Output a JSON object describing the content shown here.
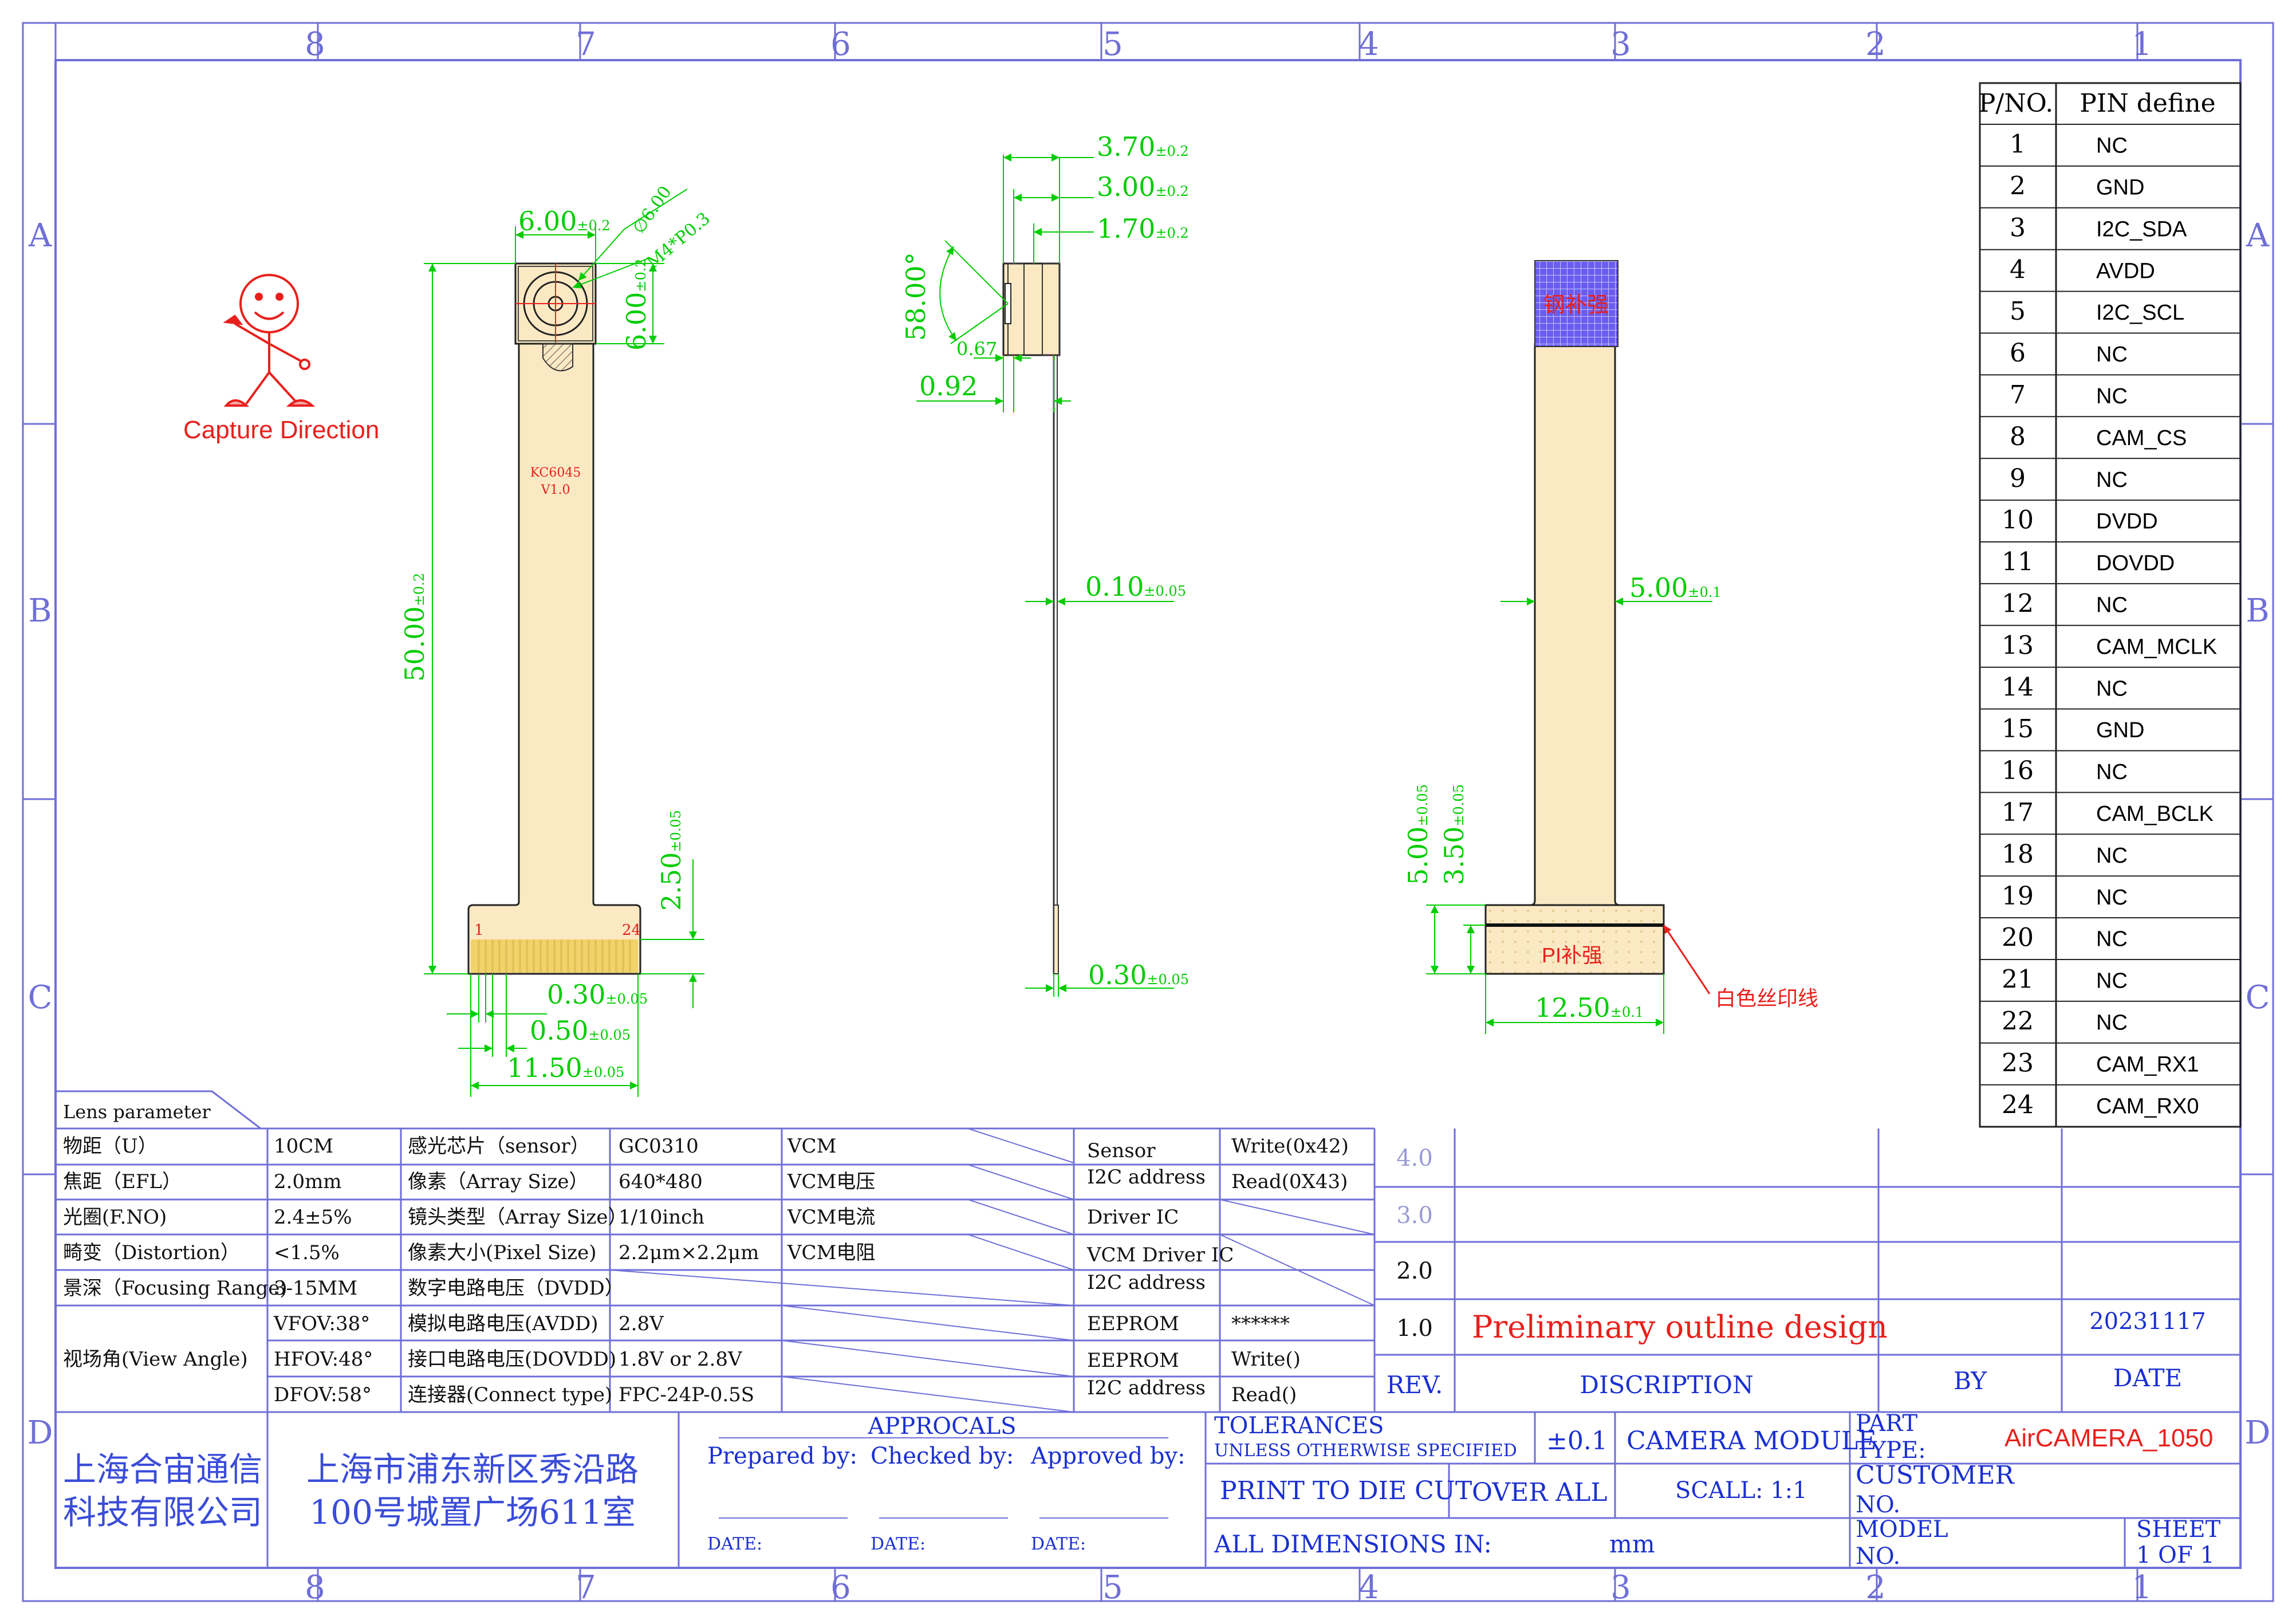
{
  "frame": {
    "col_labels": [
      "8",
      "7",
      "6",
      "5",
      "4",
      "3",
      "2",
      "1"
    ],
    "row_labels": [
      "A",
      "B",
      "C",
      "D"
    ]
  },
  "colors": {
    "border": "#6f6fd8",
    "dim": "#00cc00",
    "red": "#e8201c",
    "black": "#111111",
    "fpc": "#fbe9c4",
    "gold": "#f2d36b",
    "stiffener": "#6b5cf0"
  },
  "capture": {
    "label": "Capture Direction"
  },
  "view1": {
    "chip_label": "KC6045",
    "ver_label": "V1.0",
    "d_width": "6.00",
    "t_width": "±0.2",
    "d_height": "6.00",
    "t_height": "±0.2",
    "d_lens": "∅6.00",
    "d_thread": "M4*P0.3",
    "d_length": "50.00",
    "t_length": "±0.2",
    "d_tail": "2.50",
    "t_tail": "±0.05",
    "d_pitch": "0.30",
    "t_pitch": "±0.05",
    "d_pin": "0.50",
    "t_pin": "±0.05",
    "d_conn": "11.50",
    "t_conn": "±0.05",
    "pin_first": "1",
    "pin_last": "24"
  },
  "view2": {
    "d_total": "3.70",
    "t_total": "±0.2",
    "d_mid": "3.00",
    "t_mid": "±0.2",
    "d_small": "1.70",
    "t_small": "±0.2",
    "d_angle": "58.00°",
    "d_067": "0.67",
    "d_092": "0.92",
    "d_fpc": "0.10",
    "t_fpc": "±0.05",
    "d_tail": "0.30",
    "t_tail": "±0.05"
  },
  "view3": {
    "steel_label": "钢补强",
    "d_fpcw": "5.00",
    "t_fpcw": "±0.1",
    "d_500": "5.00",
    "t_500": "±0.05",
    "d_350": "3.50",
    "t_350": "±0.05",
    "pi_label": "PI补强",
    "silk_label": "白色丝印线",
    "d_width": "12.50",
    "t_width": "±0.1"
  },
  "pins": {
    "col_no": "P/NO.",
    "col_def": "PIN define",
    "rows": [
      {
        "no": "1",
        "def": "NC"
      },
      {
        "no": "2",
        "def": "GND"
      },
      {
        "no": "3",
        "def": "I2C_SDA"
      },
      {
        "no": "4",
        "def": "AVDD"
      },
      {
        "no": "5",
        "def": "I2C_SCL"
      },
      {
        "no": "6",
        "def": "NC"
      },
      {
        "no": "7",
        "def": "NC"
      },
      {
        "no": "8",
        "def": "CAM_CS"
      },
      {
        "no": "9",
        "def": "NC"
      },
      {
        "no": "10",
        "def": "DVDD"
      },
      {
        "no": "11",
        "def": "DOVDD"
      },
      {
        "no": "12",
        "def": "NC"
      },
      {
        "no": "13",
        "def": "CAM_MCLK"
      },
      {
        "no": "14",
        "def": "NC"
      },
      {
        "no": "15",
        "def": "GND"
      },
      {
        "no": "16",
        "def": "NC"
      },
      {
        "no": "17",
        "def": "CAM_BCLK"
      },
      {
        "no": "18",
        "def": "NC"
      },
      {
        "no": "19",
        "def": "NC"
      },
      {
        "no": "20",
        "def": "NC"
      },
      {
        "no": "21",
        "def": "NC"
      },
      {
        "no": "22",
        "def": "NC"
      },
      {
        "no": "23",
        "def": "CAM_RX1"
      },
      {
        "no": "24",
        "def": "CAM_RX0"
      }
    ]
  },
  "lens": {
    "title": "Lens parameter",
    "r1": [
      "物距（U）",
      "10CM",
      "感光芯片（sensor）",
      "GC0310",
      "VCM"
    ],
    "r2": [
      "焦距（EFL）",
      "2.0mm",
      "像素（Array Size）",
      "640*480",
      "VCM电压"
    ],
    "r3": [
      "光圈(F.NO)",
      "2.4±5%",
      "镜头类型（Array Size）",
      "1/10inch",
      "VCM电流"
    ],
    "r4": [
      "畸变（Distortion）",
      "<1.5%",
      "像素大小(Pixel Size)",
      "2.2μm×2.2μm",
      "VCM电阻"
    ],
    "r5": [
      "景深（Focusing Range)",
      "3-15MM",
      "数字电路电压（DVDD）"
    ],
    "r6": [
      "VFOV:38°",
      "模拟电路电压(AVDD)",
      "2.8V"
    ],
    "r7": [
      "HFOV:48°",
      "接口电路电压(DOVDD)",
      "1.8V or 2.8V"
    ],
    "r8": [
      "DFOV:58°",
      "连接器(Connect type)",
      "FPC-24P-0.5S"
    ],
    "view_angle": "视场角(View Angle)"
  },
  "i2c": {
    "sensor_l1": "Sensor",
    "sensor_l2": "I2C address",
    "write": "Write(0x42)",
    "read": "Read(0X43)",
    "driver": "Driver IC",
    "vcm_l1": "VCM Driver IC",
    "vcm_l2": "I2C address",
    "eeprom": "EEPROM",
    "eeprom_val": "******",
    "eeprom2_l1": "EEPROM",
    "eeprom2_l2": "I2C address",
    "write2": "Write()",
    "read2": "Read()"
  },
  "revisions": {
    "r40": "4.0",
    "r30": "3.0",
    "r20": "2.0",
    "r10": "1.0",
    "desc": "Preliminary outline design",
    "date": "20231117",
    "h_rev": "REV.",
    "h_desc": "DISCRIPTION",
    "h_by": "BY",
    "h_date": "DATE"
  },
  "title_block": {
    "company_l1": "上海合宙通信",
    "company_l2": "科技有限公司",
    "addr_l1": "上海市浦东新区秀沿路",
    "addr_l2": "100号城置广场611室",
    "approcals": "APPROCALS",
    "prepared": "Prepared by:",
    "checked": "Checked by:",
    "approved": "Approved by:",
    "date_label": "DATE:",
    "tolerances": "TOLERANCES",
    "unless": "UNLESS OTHERWISE SPECIFIED",
    "tol_val": "±0.1",
    "camera_module": "CAMERA MODULE",
    "part_l1": "PART",
    "part_l2": "TYPE:",
    "part_val": "AirCAMERA_1050",
    "print": "PRINT TO DIE CUT",
    "over_all": "OVER ALL",
    "scale": "SCALL:  1:1",
    "customer_l1": "CUSTOMER",
    "customer_l2": "NO.",
    "dims": "ALL DIMENSIONS IN:",
    "mm": "mm",
    "model_l1": "MODEL",
    "model_l2": "NO.",
    "sheet_l1": "SHEET",
    "sheet_l2": "1 OF 1"
  }
}
